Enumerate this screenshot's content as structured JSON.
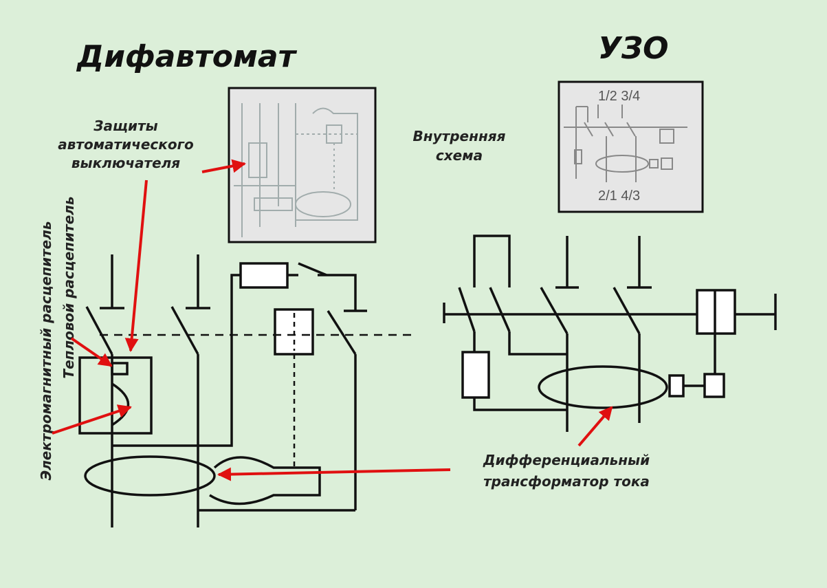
{
  "titles": {
    "left": "Дифавтомат",
    "right": "УЗО"
  },
  "labels": {
    "protection": [
      "Защиты",
      "автоматического",
      "выключателя"
    ],
    "internal": [
      "Внутренняя",
      "схема"
    ],
    "em_release": "Электромагнитный расцепитель",
    "thermal_release": "Тепловой расцепитель",
    "diff_transformer": [
      "Дифференциальный",
      "трансформатор тока"
    ]
  },
  "inset_uzo": {
    "top_terms": "1/2 3/4",
    "bottom_terms": "2/1 4/3"
  },
  "colors": {
    "background": "#dcefd9",
    "line": "#111111",
    "arrow": "#e01010",
    "inset_bg": "#eaeaea"
  }
}
